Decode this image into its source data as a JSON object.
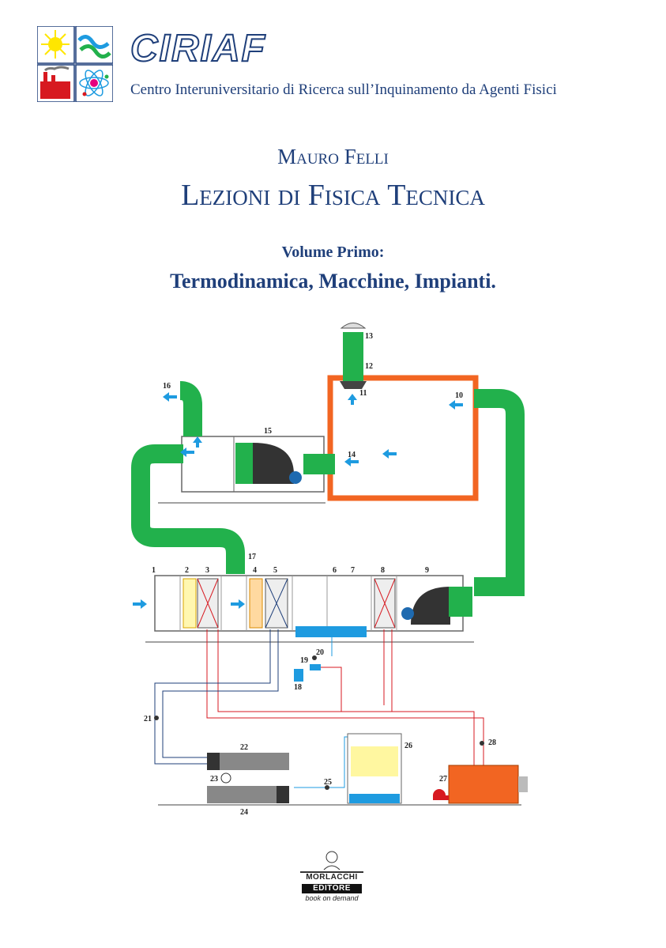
{
  "logo": {
    "acronym": "CIRIAF",
    "icons": [
      "sun-icon",
      "wave-icon",
      "factory-icon",
      "atom-icon"
    ]
  },
  "center_name": "Centro Interuniversitario di Ricerca sull’Inquinamento da Agenti Fisici",
  "author": "Mauro Felli",
  "title": "Lezioni di Fisica Tecnica",
  "volume": "Volume Primo:",
  "subtitle": "Termodinamica, Macchine, Impianti.",
  "diagram": {
    "labels": [
      "1",
      "2",
      "3",
      "4",
      "5",
      "6",
      "7",
      "8",
      "9",
      "10",
      "11",
      "12",
      "13",
      "14",
      "15",
      "16",
      "17",
      "18",
      "19",
      "20",
      "21",
      "22",
      "23",
      "24",
      "25",
      "26",
      "27",
      "28"
    ]
  },
  "publisher": {
    "name": "MORLACCHI",
    "sub": "EDITORE",
    "tagline": "book on demand"
  },
  "colors": {
    "text": "#1f3f7a",
    "duct": "#22b14c",
    "frame": "#f26522",
    "water": "#1e9be0"
  }
}
